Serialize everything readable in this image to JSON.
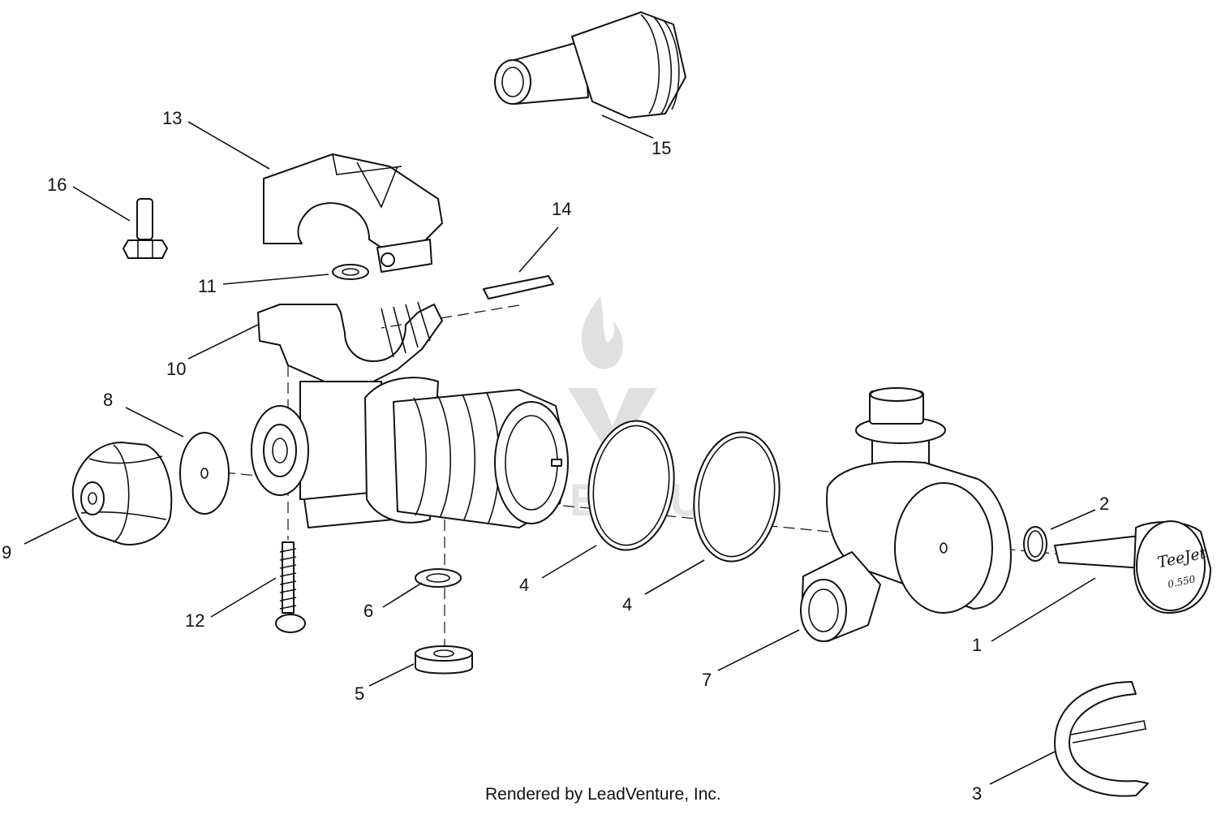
{
  "diagram": {
    "credit": "Rendered by LeadVenture, Inc.",
    "watermark": "LEADVENTURE",
    "nozzle_brand": "TeeJet",
    "nozzle_size": "0.550",
    "callouts": {
      "c1": "1",
      "c2": "2",
      "c3": "3",
      "c4a": "4",
      "c4b": "4",
      "c5": "5",
      "c6": "6",
      "c7": "7",
      "c8": "8",
      "c9": "9",
      "c10": "10",
      "c11": "11",
      "c12": "12",
      "c13": "13",
      "c14": "14",
      "c15": "15",
      "c16": "16"
    }
  }
}
